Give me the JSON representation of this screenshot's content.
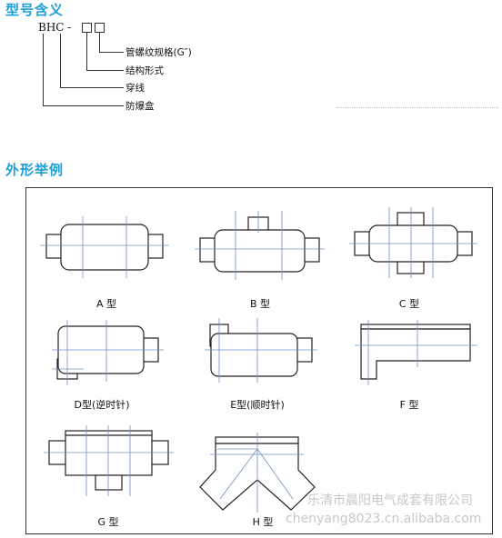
{
  "sections": {
    "model_meaning_title": "型号含义",
    "shape_examples_title": "外形举例"
  },
  "model_code": {
    "prefix": "BHC -",
    "descriptions": [
      "管螺纹规格(G″)",
      "结构形式",
      "穿线",
      "防爆盒"
    ]
  },
  "shapes": [
    "A 型",
    "B 型",
    "C 型",
    "D型(逆时针)",
    "E型(顺时针)",
    "F 型",
    "G 型",
    "H 型"
  ],
  "watermark": {
    "company": "乐清市晨阳电气成套有限公司",
    "url": "chenyang8023.cn.alibaba.com"
  },
  "colors": {
    "heading": "#1a9fd8",
    "line": "#333333",
    "centerline": "#6f8fc0",
    "watermark": "#c7c7c7"
  }
}
